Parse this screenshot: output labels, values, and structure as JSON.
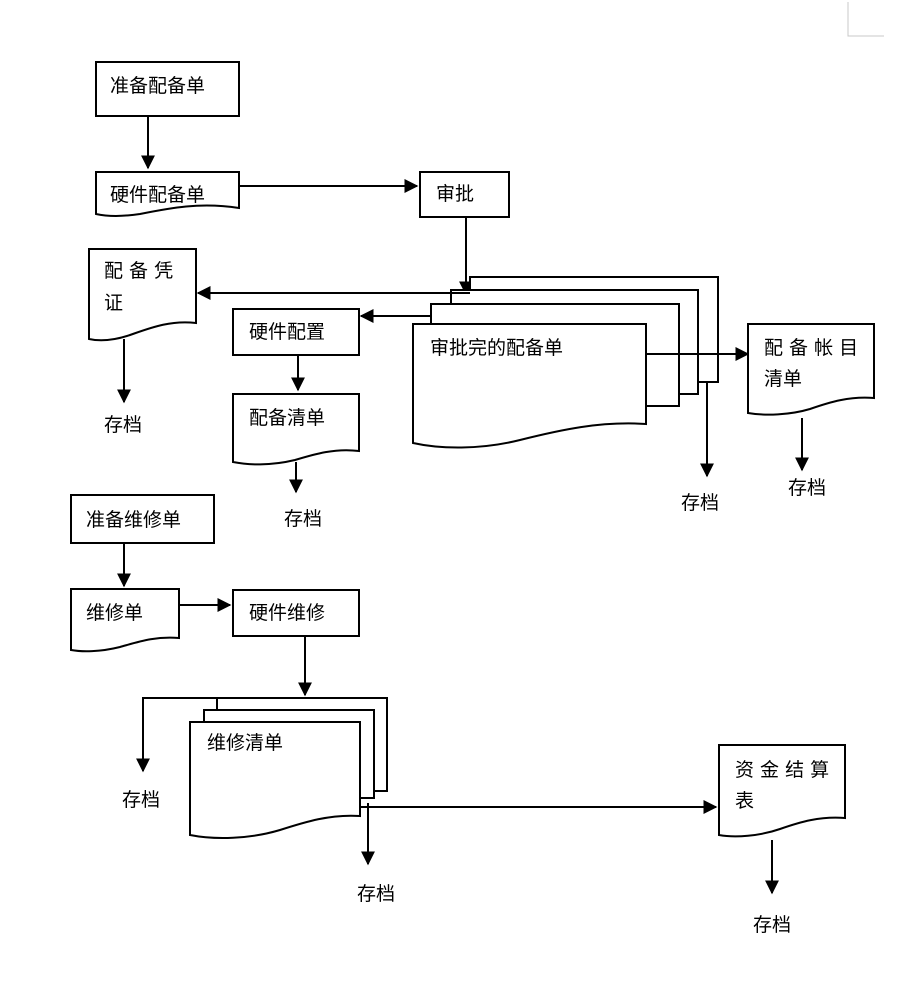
{
  "diagram": {
    "prepare_order": "准备配备单",
    "hardware_order": "硬件配备单",
    "approve": "审批",
    "voucher_line1": "配 备 凭",
    "voucher_line2": "证",
    "hardware_config": "硬件配置",
    "approved_order": "审批完的配备单",
    "ledger_line1": "配 备 帐 目",
    "ledger_line2": "清单",
    "config_list": "配备清单",
    "archive": "存档",
    "prepare_repair": "准备维修单",
    "repair_order": "维修单",
    "hardware_repair": "硬件维修",
    "repair_list": "维修清单",
    "fund_line1": "资 金 结 算",
    "fund_line2": "表"
  }
}
